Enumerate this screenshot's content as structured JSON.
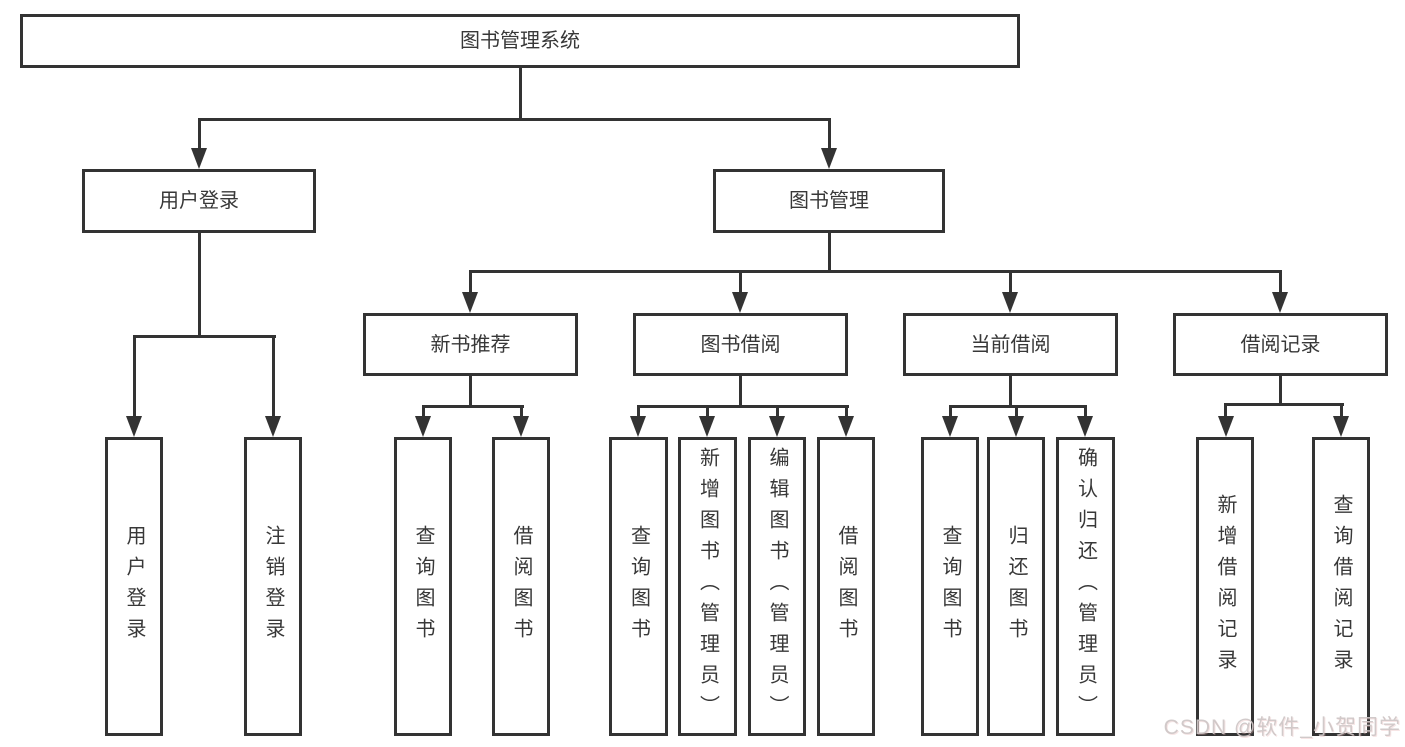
{
  "tree": {
    "label": "图书管理系统",
    "children": [
      {
        "label": "用户登录",
        "children": [
          {
            "label": "用户登录"
          },
          {
            "label": "注销登录"
          }
        ]
      },
      {
        "label": "图书管理",
        "children": [
          {
            "label": "新书推荐",
            "children": [
              {
                "label": "查询图书"
              },
              {
                "label": "借阅图书"
              }
            ]
          },
          {
            "label": "图书借阅",
            "children": [
              {
                "label": "查询图书"
              },
              {
                "label": "新增图书（管理员）"
              },
              {
                "label": "编辑图书（管理员）"
              },
              {
                "label": "借阅图书"
              }
            ]
          },
          {
            "label": "当前借阅",
            "children": [
              {
                "label": "查询图书"
              },
              {
                "label": "归还图书"
              },
              {
                "label": "确认归还（管理员）"
              }
            ]
          },
          {
            "label": "借阅记录",
            "children": [
              {
                "label": "新增借阅记录"
              },
              {
                "label": "查询借阅记录"
              }
            ]
          }
        ]
      }
    ]
  },
  "watermark": {
    "text": "CSDN @软件_小贺同学"
  },
  "colors": {
    "line": "#333333",
    "box_border": "#333333",
    "text": "#383838",
    "background": "#ffffff",
    "watermark_text": "#cdc5c5"
  }
}
